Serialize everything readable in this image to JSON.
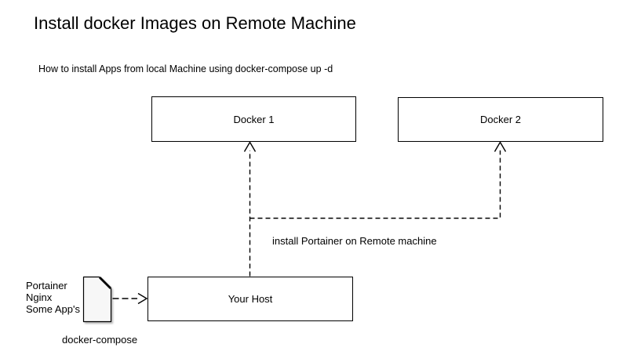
{
  "title": "Install docker Images on Remote Machine",
  "subtitle": "How to install Apps from local Machine using docker-compose up -d",
  "nodes": {
    "docker1": {
      "label": "Docker 1"
    },
    "docker2": {
      "label": "Docker 2"
    },
    "your_host": {
      "label": "Your Host"
    }
  },
  "labels": {
    "edge": "install Portainer on Remote machine",
    "file_lines": [
      "Portainer",
      "Nginx",
      "Some App's"
    ],
    "file_caption": "docker-compose"
  },
  "icons": {
    "compose_file": "note-document-icon"
  },
  "colors": {
    "background": "#ffffff",
    "stroke": "#000000",
    "text": "#000000",
    "note_fill": "#f7f7f7"
  }
}
